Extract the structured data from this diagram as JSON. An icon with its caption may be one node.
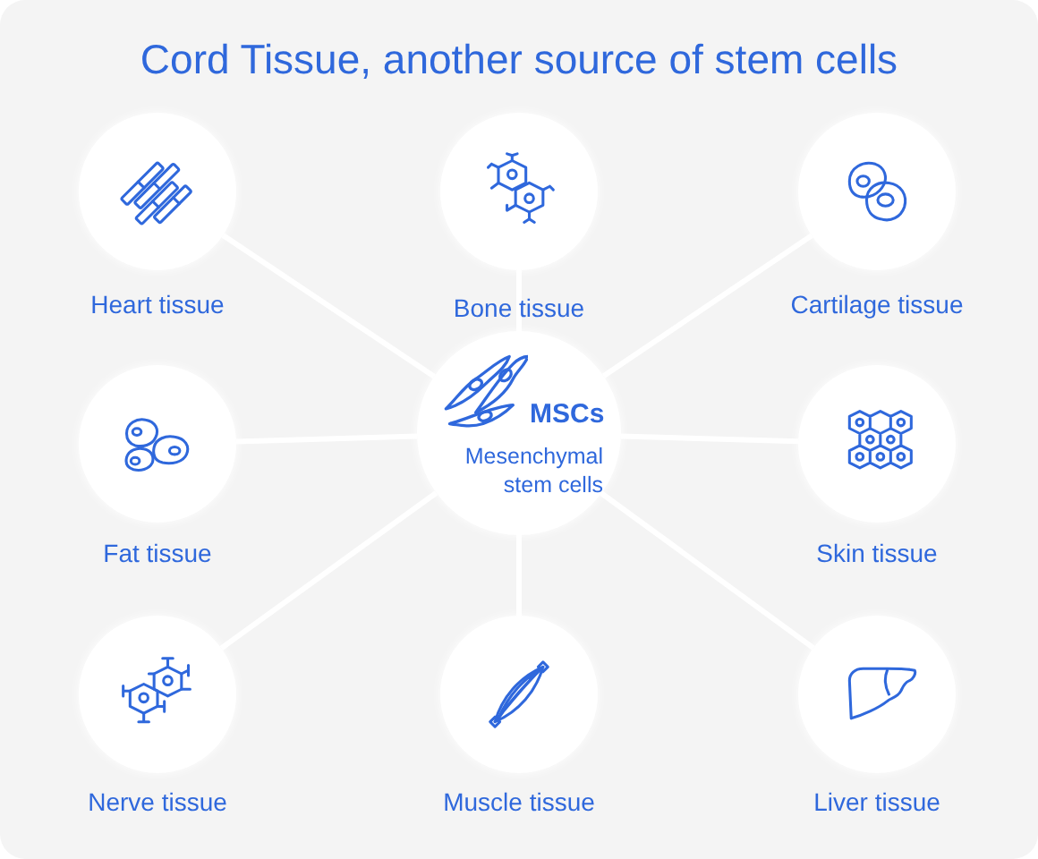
{
  "diagram": {
    "title": "Cord Tissue, another source of stem cells",
    "nodes": [
      {
        "text": [
          "Heart tissue"
        ]
      },
      {
        "text": [
          "Bone tissue"
        ]
      },
      {
        "text": [
          "Cartilage tissue"
        ]
      },
      {
        "text": [
          "Fat tissue"
        ]
      },
      {
        "text": [
          "MSCs",
          "Mesenchymal stem cells"
        ]
      },
      {
        "text": [
          "Skin tissue"
        ]
      },
      {
        "text": [
          "Nerve tissue"
        ]
      },
      {
        "text": [
          "Muscle tissue"
        ]
      },
      {
        "text": [
          "Liver tissue"
        ]
      }
    ],
    "edges": [
      {
        "from": 4,
        "to": 0,
        "arrow": "none"
      },
      {
        "from": 4,
        "to": 1,
        "arrow": "none"
      },
      {
        "from": 4,
        "to": 2,
        "arrow": "none"
      },
      {
        "from": 4,
        "to": 3,
        "arrow": "none"
      },
      {
        "from": 4,
        "to": 5,
        "arrow": "none"
      },
      {
        "from": 4,
        "to": 6,
        "arrow": "none"
      },
      {
        "from": 4,
        "to": 7,
        "arrow": "none"
      },
      {
        "from": 4,
        "to": 8,
        "arrow": "none"
      }
    ]
  }
}
